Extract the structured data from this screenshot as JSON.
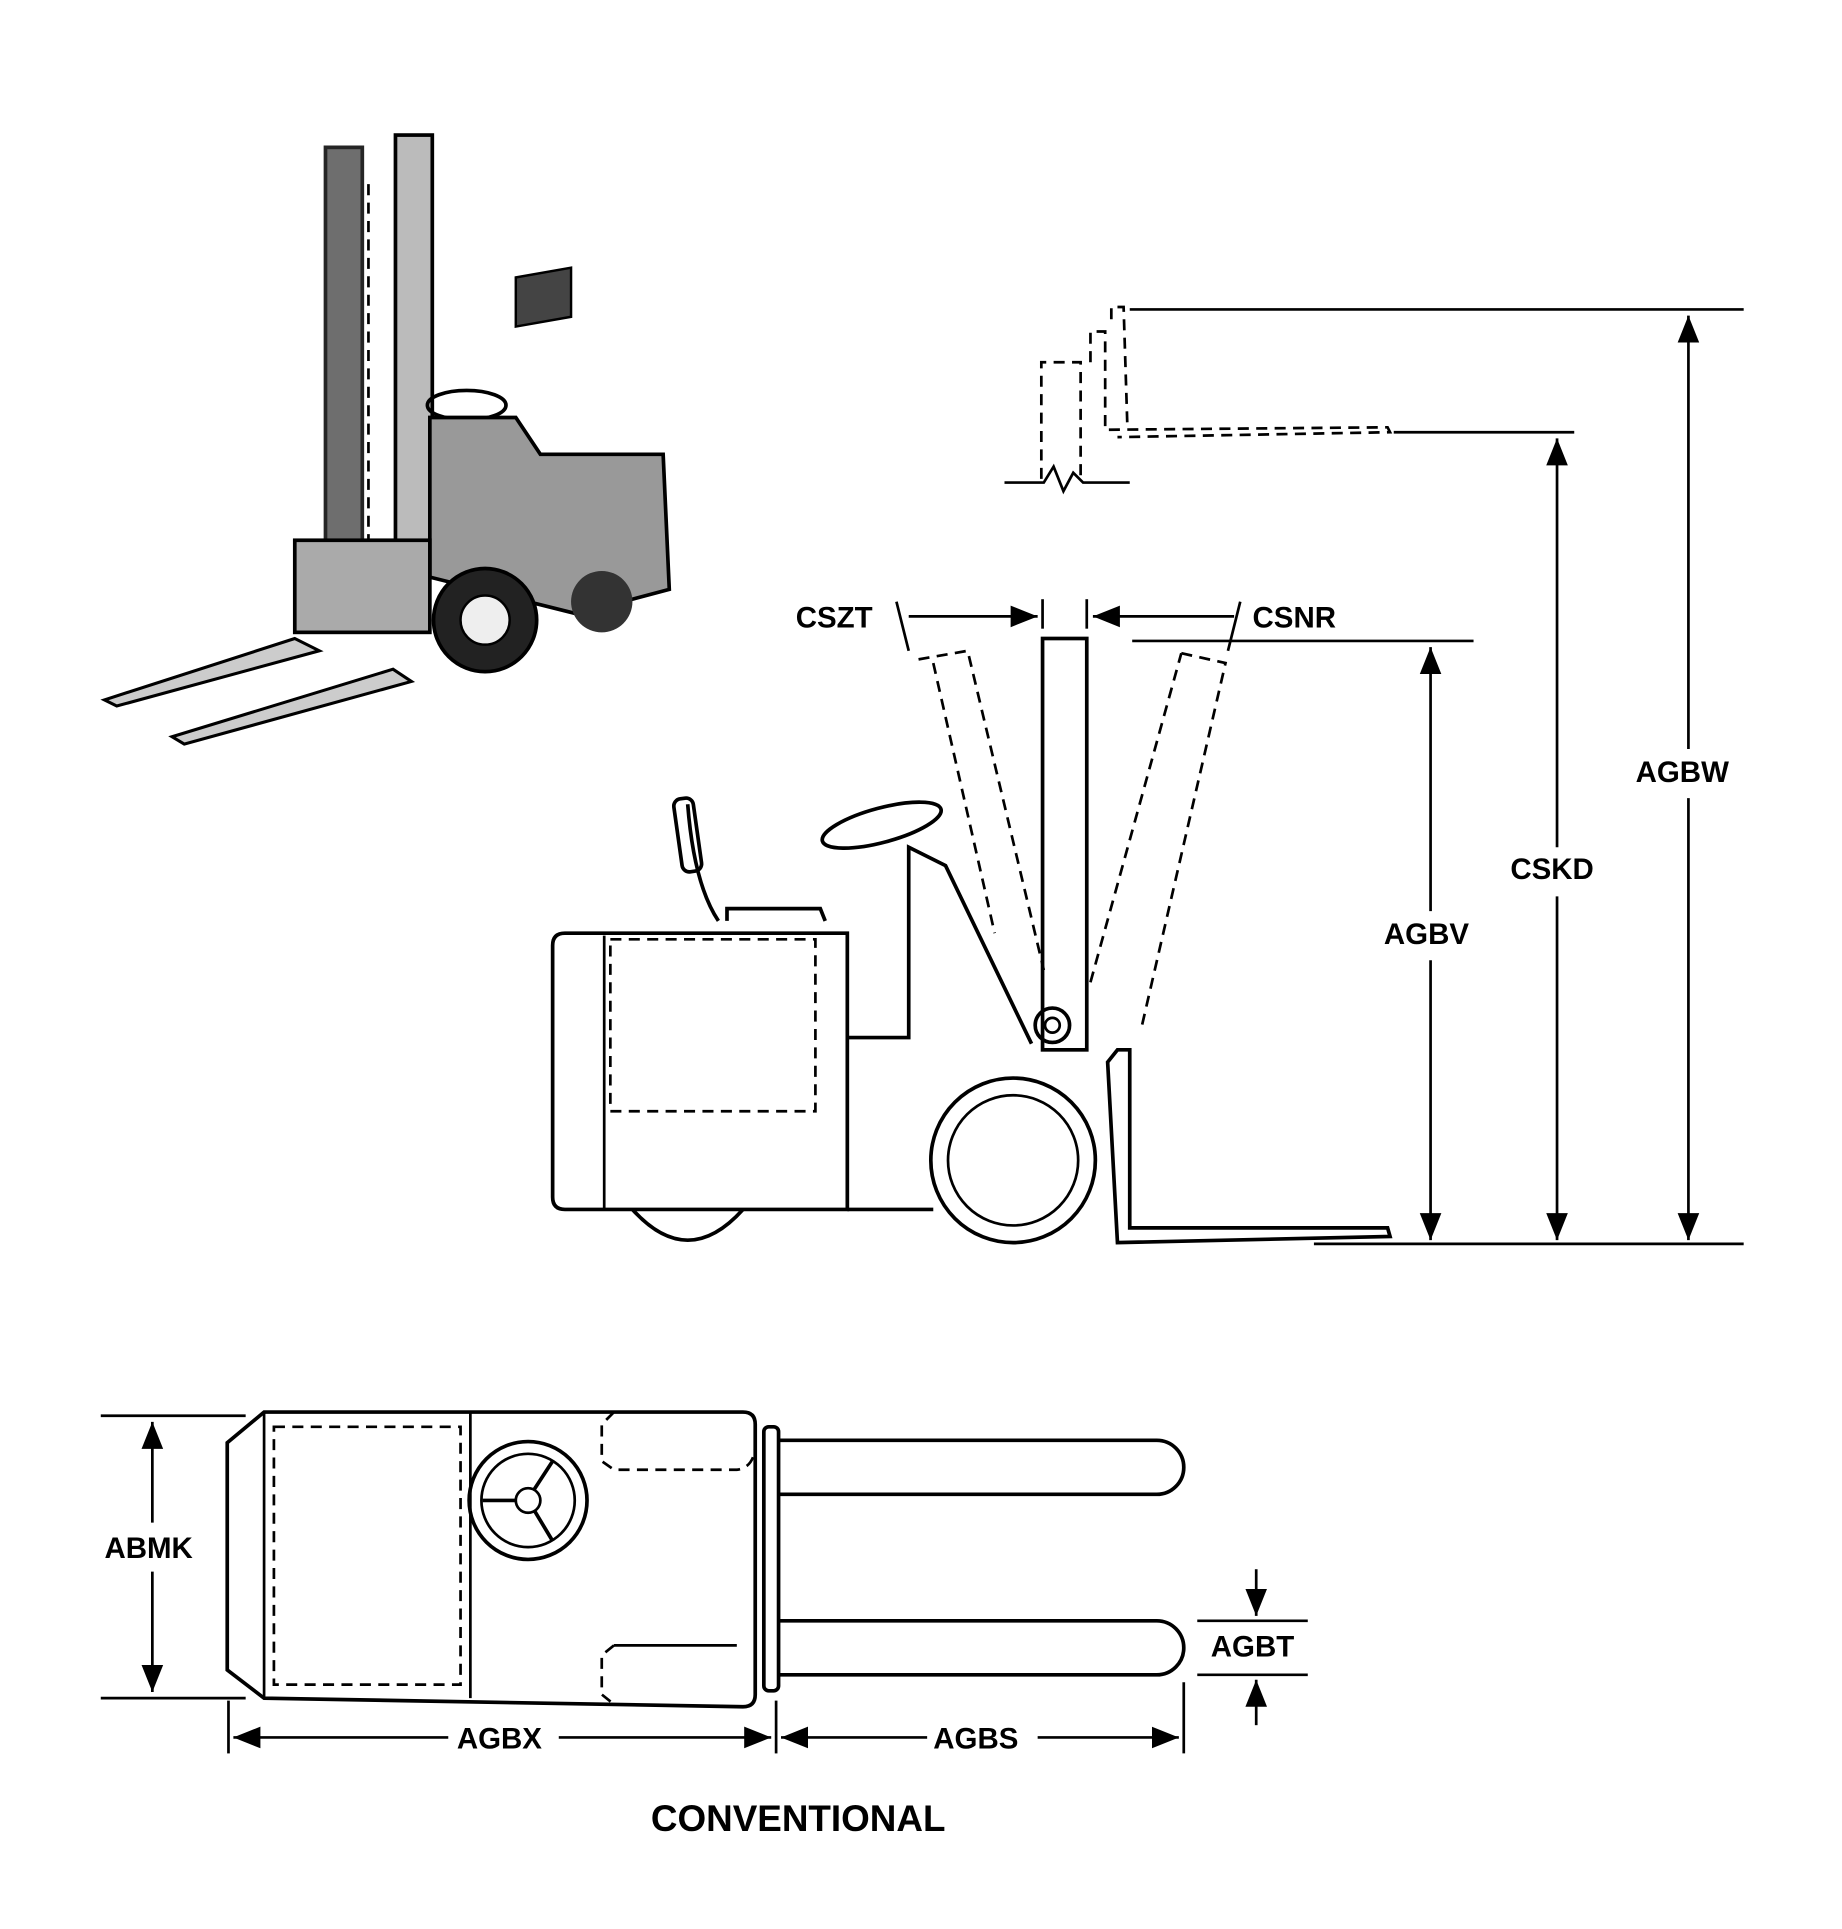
{
  "labels": {
    "tilt_back": "CSZT",
    "tilt_forward": "CSNR",
    "overall_height_extended": "AGBW",
    "max_fork_height": "CSKD",
    "overall_height_lowered": "AGBV",
    "overall_width": "ABMK",
    "fork_thickness": "AGBT",
    "length_to_fork_face": "AGBX",
    "fork_length": "AGBS"
  },
  "caption": "CONVENTIONAL"
}
